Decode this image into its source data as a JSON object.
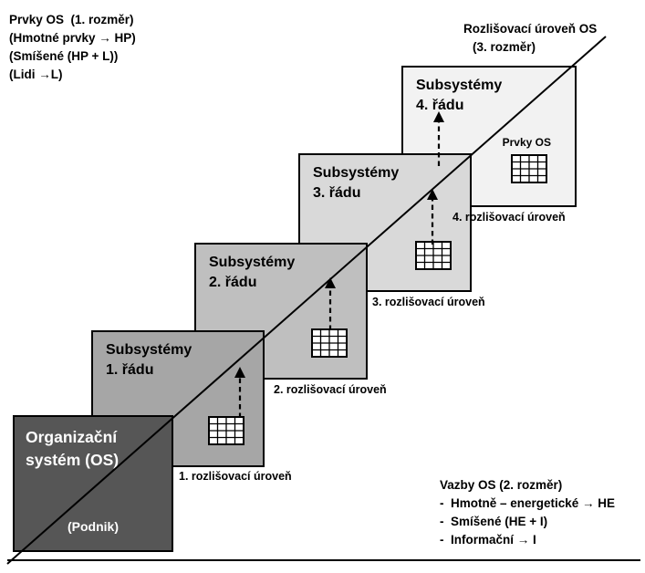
{
  "annotations": {
    "top_left": {
      "lines": [
        "Prvky OS  (1. rozměr)",
        "(Hmotné prvky → HP)",
        "(Smíšené (HP + L))",
        "(Lidi →L)"
      ]
    },
    "top_right": {
      "lines": [
        "Rozlišovací úroveň OS",
        "(3. rozměr)"
      ]
    },
    "bottom_right": {
      "title": "Vazby OS (2. rozměr)",
      "items": [
        "-  Hmotně – energetické → HE",
        "-  Smíšené (HE + I)",
        "-  Informační → I"
      ]
    }
  },
  "main_square": {
    "line1": "Organizační",
    "line2": "systém (OS)",
    "subtitle": "(Podnik)",
    "color": "#565656"
  },
  "levels": [
    {
      "title": "Subsystémy",
      "order": "1. řádu",
      "caption": "1. rozlišovací úroveň",
      "color": "#a6a6a6"
    },
    {
      "title": "Subsystémy",
      "order": "2. řádu",
      "caption": "2. rozlišovací úroveň",
      "color": "#bfbfbf"
    },
    {
      "title": "Subsystémy",
      "order": "3. řádu",
      "caption": "3. rozlišovací úroveň",
      "color": "#d9d9d9"
    },
    {
      "title": "Subsystémy",
      "order": "4. řádu",
      "caption": "4. rozlišovací úroveň",
      "color": "#f2f2f2",
      "inner_label": "Prvky OS"
    }
  ],
  "colors": {
    "line": "#000000",
    "background": "#ffffff"
  }
}
